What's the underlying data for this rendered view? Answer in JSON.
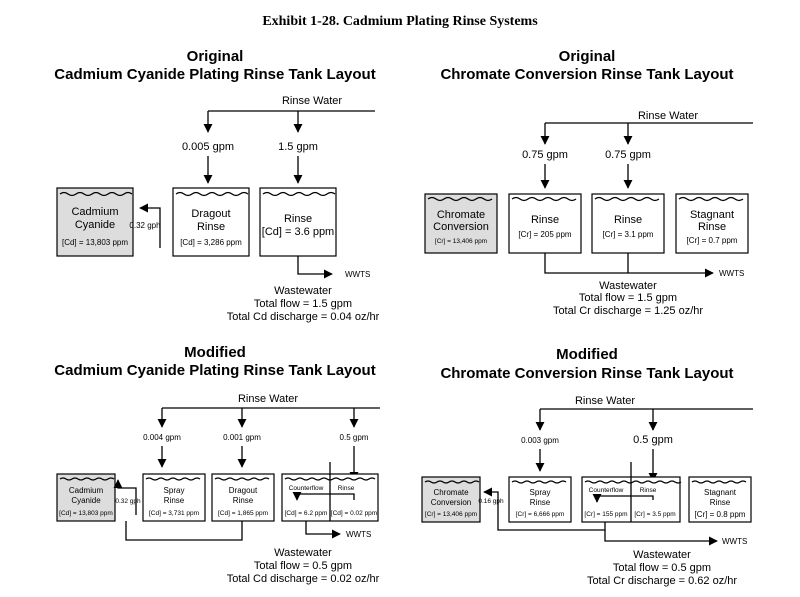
{
  "exhibit_title": "Exhibit 1-28.  Cadmium Plating Rinse Systems",
  "panels": {
    "tl": {
      "title1": "Original",
      "title2": "Cadmium Cyanide Plating Rinse Tank Layout",
      "rinse_water": "Rinse Water",
      "flows": [
        "0.005 gpm",
        "1.5 gpm"
      ],
      "tanks": [
        {
          "name1": "Cadmium",
          "name2": "Cyanide",
          "conc": "[Cd] = 13,803 ppm"
        },
        {
          "name1": "Dragout",
          "name2": "Rinse",
          "conc": "[Cd] = 3,286 ppm"
        },
        {
          "name1": "Rinse",
          "name2": "",
          "conc": "[Cd] = 3.6 ppm"
        }
      ],
      "dragout_flow": "0.32 gph",
      "wwts": "WWTS",
      "wastewater": [
        "Wastewater",
        "Total flow = 1.5 gpm",
        "Total Cd discharge = 0.04 oz/hr"
      ]
    },
    "tr": {
      "title1": "Original",
      "title2": "Chromate Conversion Rinse Tank Layout",
      "rinse_water": "Rinse Water",
      "flows": [
        "0.75 gpm",
        "0.75 gpm"
      ],
      "tanks": [
        {
          "name1": "Chromate",
          "name2": "Conversion",
          "conc": "[Cr] = 13,406 ppm"
        },
        {
          "name1": "Rinse",
          "name2": "",
          "conc": "[Cr] = 205 ppm"
        },
        {
          "name1": "Rinse",
          "name2": "",
          "conc": "[Cr] = 3.1 ppm"
        },
        {
          "name1": "Stagnant",
          "name2": "Rinse",
          "conc": "[Cr] = 0.7 ppm"
        }
      ],
      "wwts": "WWTS",
      "wastewater": [
        "Wastewater",
        "Total flow = 1.5 gpm",
        "Total Cr discharge = 1.25 oz/hr"
      ]
    },
    "bl": {
      "title1": "Modified",
      "title2": "Cadmium Cyanide Plating Rinse Tank Layout",
      "rinse_water": "Rinse Water",
      "flows": [
        "0.004 gpm",
        "0.001 gpm",
        "0.5 gpm"
      ],
      "tanks": [
        {
          "name1": "Cadmium",
          "name2": "Cyanide",
          "conc": "[Cd] = 13,803 ppm"
        },
        {
          "name1": "Spray",
          "name2": "Rinse",
          "conc": "[Cd] = 3,731 ppm"
        },
        {
          "name1": "Dragout",
          "name2": "Rinse",
          "conc": "[Cd] = 1,865 ppm"
        }
      ],
      "counterflow": {
        "left": "Counterflow",
        "right": "Rinse",
        "conc_left": "[Cd] = 6.2 ppm",
        "conc_right": "[Cd] = 0.02 ppm"
      },
      "dragout_flow": "0.32 gph",
      "wwts": "WWTS",
      "wastewater": [
        "Wastewater",
        "Total flow = 0.5 gpm",
        "Total Cd discharge = 0.02 oz/hr"
      ]
    },
    "br": {
      "title1": "Modified",
      "title2": "Chromate Conversion Rinse Tank Layout",
      "rinse_water": "Rinse Water",
      "flows": [
        "0.003 gpm",
        "0.5 gpm"
      ],
      "tanks": [
        {
          "name1": "Chromate",
          "name2": "Conversion",
          "conc": "[Cr] = 13,406 ppm"
        },
        {
          "name1": "Spray",
          "name2": "Rinse",
          "conc": "[Cr] = 6,666 ppm"
        },
        {
          "name1": "Stagnant",
          "name2": "Rinse",
          "conc": "[Cr] = 0.8 ppm"
        }
      ],
      "counterflow": {
        "left": "Counterflow",
        "right": "Rinse",
        "conc_left": "[Cr] = 155 ppm",
        "conc_right": "[Cr] = 3.5 ppm"
      },
      "dragout_flow": "0.16 gph",
      "wwts": "WWTS",
      "wastewater": [
        "Wastewater",
        "Total flow = 0.5 gpm",
        "Total Cr discharge = 0.62 oz/hr"
      ]
    }
  }
}
